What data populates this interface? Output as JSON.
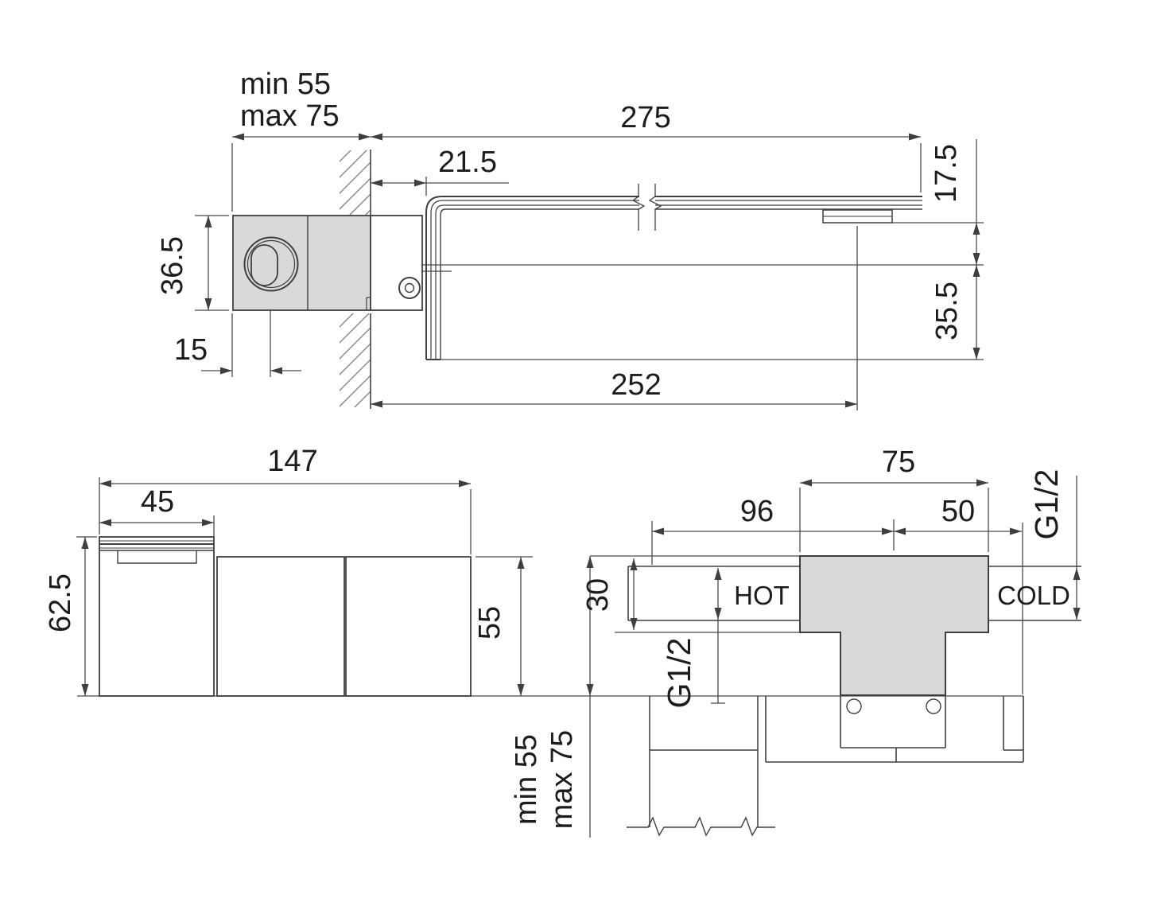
{
  "drawing_type": "faucet installation dimension drawing",
  "colors": {
    "background": "#ffffff",
    "line": "#3f3f3f",
    "thin_line": "#555555",
    "hatch": "#787878",
    "body_fill": "#d9d9d9",
    "text": "#1c1c1c"
  },
  "side_view": {
    "embed_min": "min 55",
    "embed_max": "max 75",
    "spout_reach": "275",
    "wall_to_spout": "21.5",
    "spout_drop": "17.5",
    "body_height": "36.5",
    "center_to_bottom": "35.5",
    "handle_offset": "15",
    "outlet_distance": "252"
  },
  "front_view": {
    "total_width": "147",
    "spout_width": "45",
    "total_height": "62.5",
    "body_height": "55"
  },
  "section_view": {
    "deck_width": "75",
    "hot_inlet_offset": "96",
    "cold_inlet_offset": "50",
    "deck_thickness": "30",
    "hot_label": "HOT",
    "cold_label": "COLD",
    "hot_thread": "G1/2",
    "cold_thread": "G1/2",
    "embed_min": "min 55",
    "embed_max": "max 75"
  }
}
